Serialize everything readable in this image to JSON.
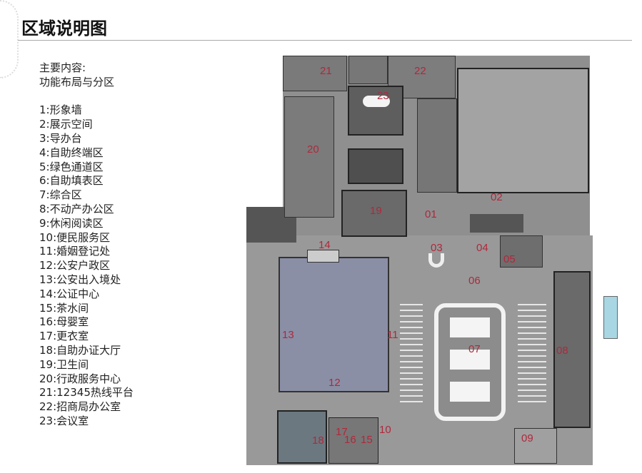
{
  "title": "区域说明图",
  "intro": [
    "主要内容:",
    "功能布局与分区"
  ],
  "legend": [
    "1:形象墙",
    "2:展示空间",
    "3:导办台",
    "4:自助终端区",
    "5:绿色通道区",
    "6:自助填表区",
    "7:综合区",
    "8:不动产办公区",
    "9:休闲阅读区",
    "10:便民服务区",
    "11:婚姻登记处",
    "12:公安户政区",
    "13:公安出入境处",
    "14:公证中心",
    "15:茶水间",
    "16:母婴室",
    "17:更衣室",
    "18:自助办证大厅",
    "19:卫生间",
    "20:行政服务中心",
    "21:12345热线平台",
    "22:招商局办公室",
    "23:会议室"
  ],
  "plan_labels": [
    "21",
    "22",
    "23",
    "20",
    "19",
    "01",
    "02",
    "14",
    "03",
    "04",
    "05",
    "06",
    "11",
    "13",
    "07",
    "08",
    "12",
    "10",
    "17",
    "18",
    "16",
    "15",
    "09"
  ],
  "colors": {
    "label": "#b0283c",
    "floor": "#8f8f8f",
    "room": "#6d6d6d",
    "zone12": "#8a8fa6"
  }
}
